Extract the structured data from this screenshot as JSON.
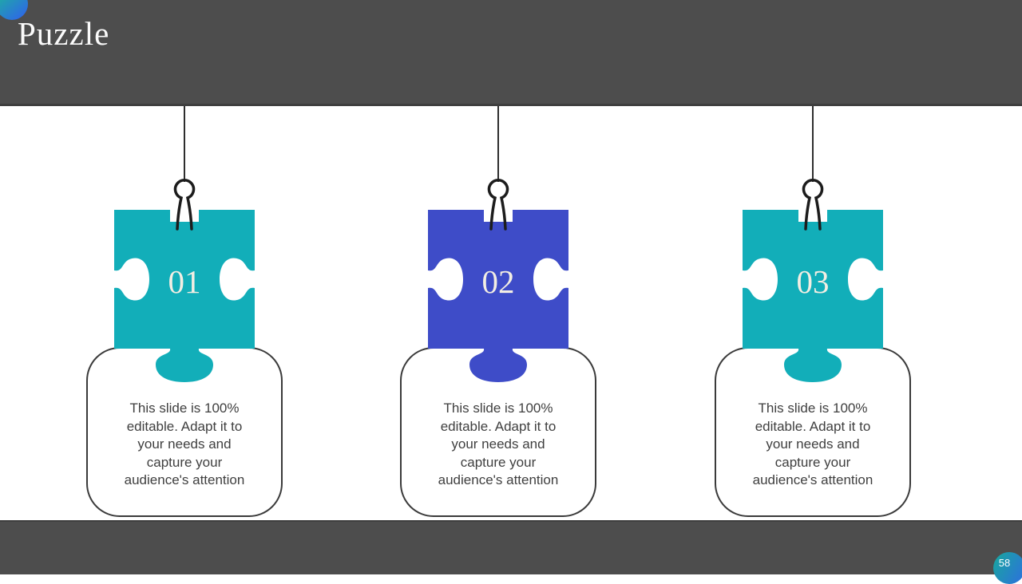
{
  "header": {
    "title": "Puzzle"
  },
  "footer": {
    "page_number": "58"
  },
  "columns": [
    {
      "number": "01",
      "description": "This slide is 100%\neditable. Adapt it to\nyour needs and\ncapture your\naudience's attention",
      "color": "#12aeb9"
    },
    {
      "number": "02",
      "description": "This slide is 100%\neditable. Adapt it to\nyour needs and\ncapture your\naudience's attention",
      "color": "#3e4cc8"
    },
    {
      "number": "03",
      "description": "This slide is 100%\neditable. Adapt it to\nyour needs and\ncapture your\naudience's attention",
      "color": "#12aeb9"
    }
  ],
  "icons": {
    "clip": "binder-clip",
    "string": "hanging-string"
  },
  "colors": {
    "bar_gray": "#4d4d4d",
    "teal": "#12aeb9",
    "blue": "#3e4cc8"
  }
}
